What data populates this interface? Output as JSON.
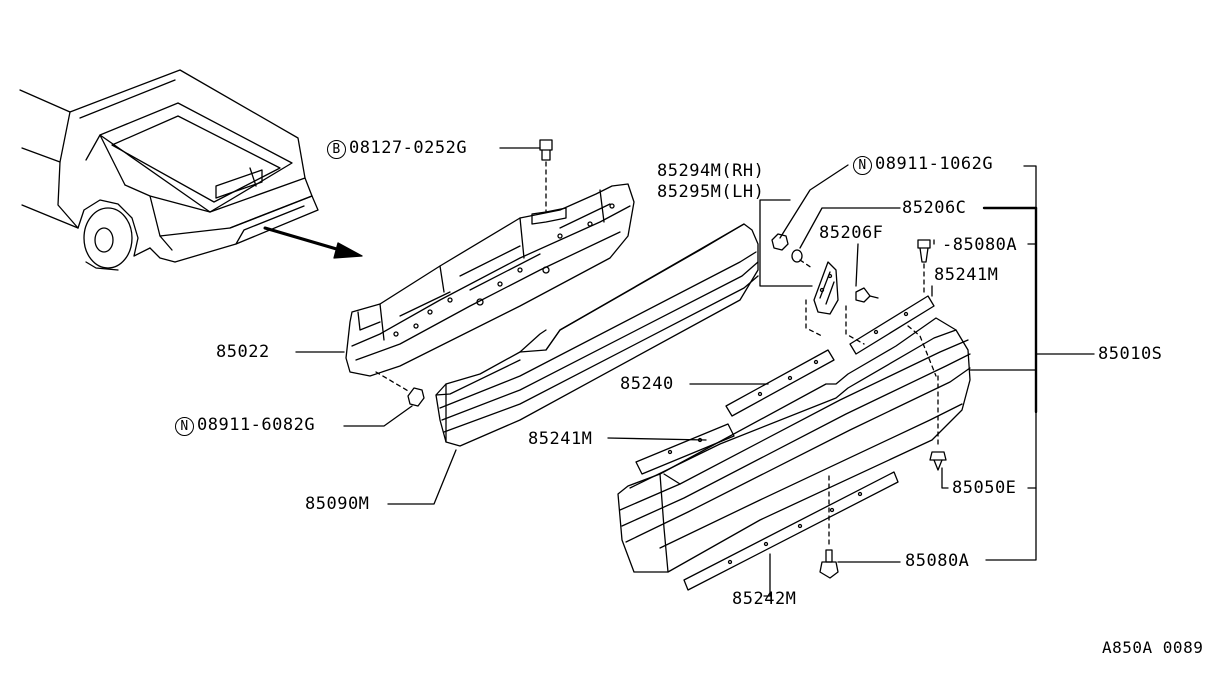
{
  "diagram": {
    "callouts": {
      "c_08127": {
        "prefix": "B",
        "code": "08127-0252G"
      },
      "c_85294": {
        "code": "85294M(RH)"
      },
      "c_85295": {
        "code": "85295M(LH)"
      },
      "c_08911_1062": {
        "prefix": "N",
        "code": "08911-1062G"
      },
      "c_85206C": {
        "code": "85206C"
      },
      "c_85206F": {
        "code": "85206F"
      },
      "c_85080A_top": {
        "code": "-85080A"
      },
      "c_85241M_top": {
        "code": "85241M"
      },
      "c_85022": {
        "code": "85022"
      },
      "c_85010S": {
        "code": "85010S"
      },
      "c_85240": {
        "code": "85240"
      },
      "c_08911_6082": {
        "prefix": "N",
        "code": "08911-6082G"
      },
      "c_85241M_mid": {
        "code": "85241M"
      },
      "c_85050E": {
        "code": "85050E"
      },
      "c_85090M": {
        "code": "85090M"
      },
      "c_85080A_bot": {
        "code": "85080A"
      },
      "c_85242M": {
        "code": "85242M"
      }
    },
    "drawing_id": "A850A 0089"
  }
}
